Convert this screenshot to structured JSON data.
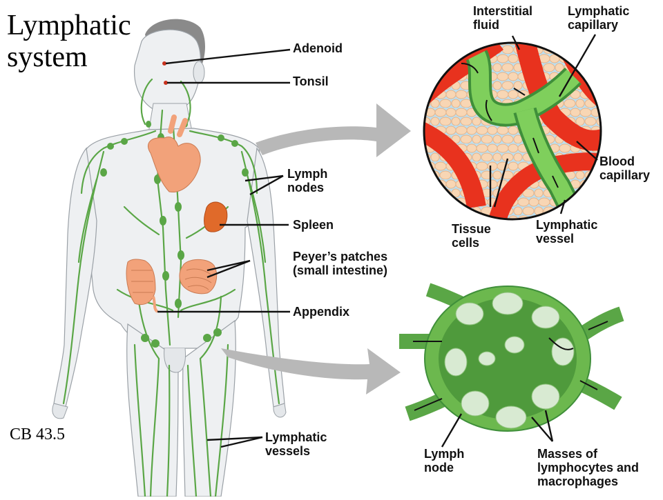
{
  "title_line1": "Lymphatic",
  "title_line2": "system",
  "credit": "CB 43.5",
  "labels": {
    "adenoid": "Adenoid",
    "tonsil": "Tonsil",
    "lymph_nodes_1": "Lymph",
    "lymph_nodes_2": "nodes",
    "spleen": "Spleen",
    "peyers_1": "Peyer’s patches",
    "peyers_2": "(small intestine)",
    "appendix": "Appendix",
    "lymphatic_vessels_1": "Lymphatic",
    "lymphatic_vessels_2": "vessels",
    "interstitial_1": "Interstitial",
    "interstitial_2": "fluid",
    "lymph_capillary_1": "Lymphatic",
    "lymph_capillary_2": "capillary",
    "blood_capillary_1": "Blood",
    "blood_capillary_2": "capillary",
    "tissue_cells_1": "Tissue",
    "tissue_cells_2": "cells",
    "lymph_vessel_1": "Lymphatic",
    "lymph_vessel_2": "vessel",
    "lymph_node_1": "Lymph",
    "lymph_node_2": "node",
    "masses_1": "Masses of",
    "masses_2": "lymphocytes and",
    "masses_3": "macrophages"
  },
  "colors": {
    "lymph_green": "#5aa646",
    "blood_red": "#e8321e",
    "skin": "#eef0f2",
    "organ_orange": "#f2a27a",
    "arrow_gray": "#b8b8b8"
  },
  "icons": [
    "body-figure",
    "heart-icon",
    "spleen-icon",
    "intestine-icon",
    "capillary-bed",
    "lymph-node-section",
    "gray-arrow"
  ]
}
